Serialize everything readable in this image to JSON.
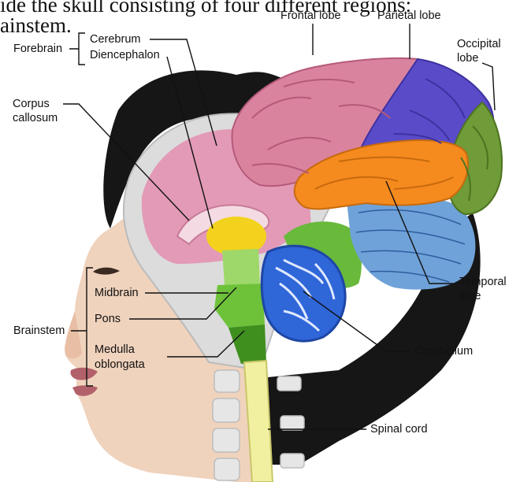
{
  "caption": {
    "line1": "ide the skull consisting of four different regions:",
    "line2": "ainstem."
  },
  "labels": {
    "forebrain": "Forebrain",
    "cerebrum": "Cerebrum",
    "diencephalon": "Diencephalon",
    "corpus_callosum_1": "Corpus",
    "corpus_callosum_2": "callosum",
    "frontal_lobe": "Frontal lobe",
    "parietal_lobe": "Parietal lobe",
    "occipital_lobe_1": "Occipital",
    "occipital_lobe_2": "lobe",
    "temporal_lobe_1": "Temporal",
    "temporal_lobe_2": "lobe",
    "midbrain": "Midbrain",
    "pons": "Pons",
    "medulla_1": "Medulla",
    "medulla_2": "oblongata",
    "brainstem": "Brainstem",
    "cerebellum": "Cerebellum",
    "spinal_cord": "Spinal cord"
  },
  "colors": {
    "frontal": "#d9839f",
    "parietal": "#5a4bc9",
    "occipital": "#6f9b38",
    "temporal": "#f58a1e",
    "cerebellum_lateral": "#4a7dc2",
    "cerebellum_section": "#2f66d8",
    "brainstem": "#6ec23a",
    "diencephalon": "#f2d21c",
    "spinal_cord": "#f1f0a0",
    "hair": "#161616",
    "skin": "#f0d3bd"
  }
}
